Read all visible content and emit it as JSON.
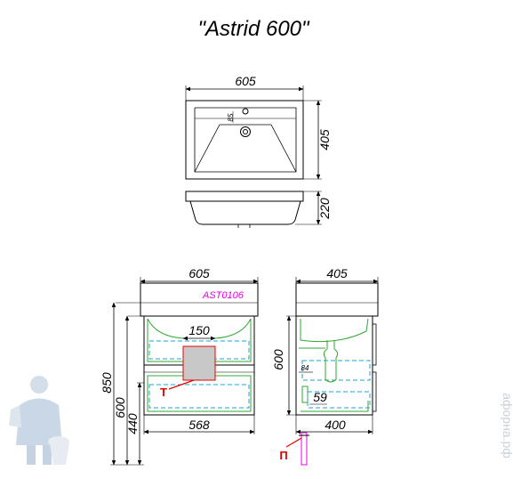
{
  "title": "\"Astrid 600\"",
  "top_view": {
    "width": "605",
    "depth": "405",
    "hole": "85"
  },
  "side_view": {
    "height": "220"
  },
  "front_view": {
    "width": "605",
    "model": "AST0106",
    "opening": "150",
    "inner_width": "568",
    "h_total": "850",
    "h_cabinet": "600",
    "h_drawer": "440",
    "marker_t": "T"
  },
  "profile_view": {
    "depth": "405",
    "height": "600",
    "trap": "84",
    "drawer_gap": "59",
    "inner_depth": "400",
    "marker_p": "П"
  },
  "watermark": "афорна.рф",
  "colors": {
    "accent_magenta": "#e800e8",
    "accent_green": "#2fa82f",
    "accent_blue": "#1e9fd6",
    "accent_red": "#e80000",
    "line": "#000000"
  }
}
